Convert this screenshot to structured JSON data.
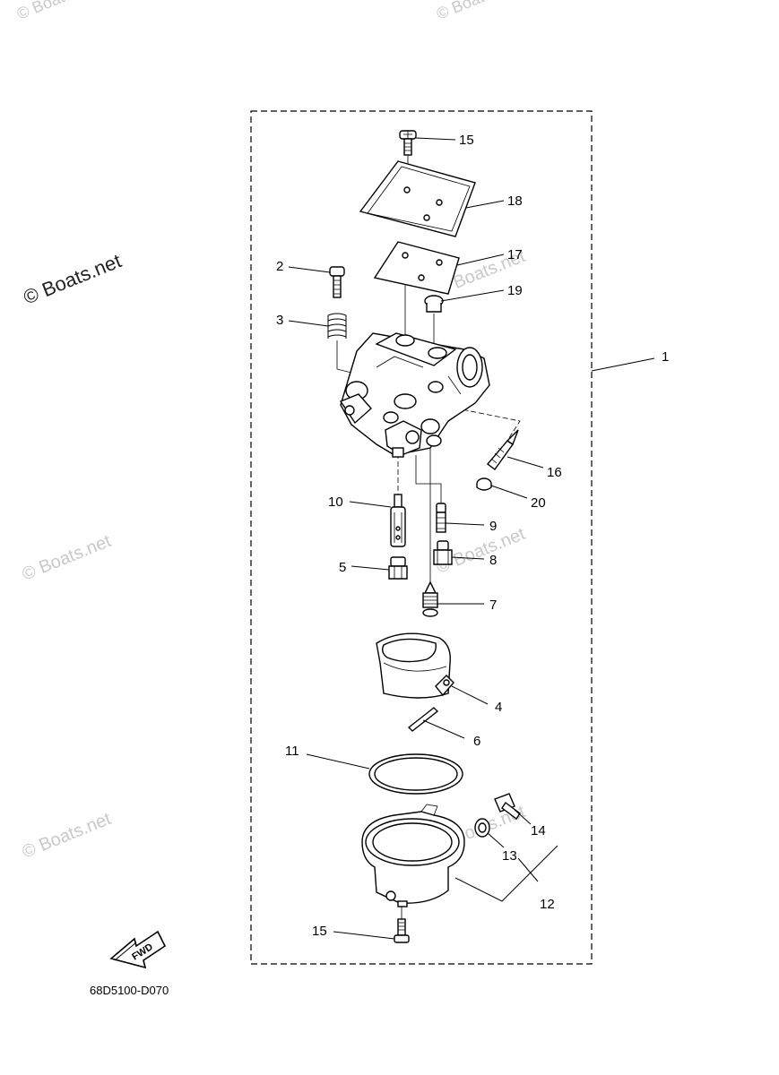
{
  "labels": {
    "p1": "1",
    "p2": "2",
    "p3": "3",
    "p4": "4",
    "p5": "5",
    "p6": "6",
    "p7": "7",
    "p8": "8",
    "p9": "9",
    "p10": "10",
    "p11": "11",
    "p12": "12",
    "p13": "13",
    "p14": "14",
    "p15_top": "15",
    "p15_bottom": "15",
    "p16": "16",
    "p17": "17",
    "p18": "18",
    "p19": "19",
    "p20": "20"
  },
  "diagram_code": "68D5100-D070",
  "fwd_label": "FWD",
  "watermark": "© Boats.net"
}
